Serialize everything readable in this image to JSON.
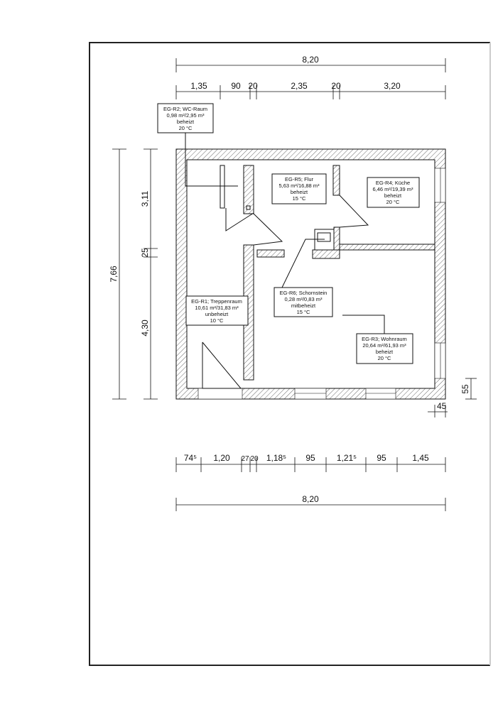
{
  "plan": {
    "dims_top": {
      "total": "8,20",
      "segments": [
        "1,35",
        "90",
        "20",
        "2,35",
        "20",
        "3,20"
      ]
    },
    "dims_left": {
      "total": "7,66",
      "segments": [
        "3,11",
        "25",
        "4,30"
      ]
    },
    "dims_bottom": {
      "segments": [
        "74⁵",
        "1,20",
        "27",
        "20",
        "1,18⁵",
        "95",
        "1,21⁵",
        "95",
        "1,45"
      ],
      "total": "8,20"
    },
    "dims_right": {
      "wall": "45",
      "sill": "55"
    },
    "rooms": [
      {
        "lines": [
          "EG-R2; WC-Raum",
          "0,98 m²/2,95 m³",
          "beheizt",
          "20 °C"
        ]
      },
      {
        "lines": [
          "EG-R5; Flur",
          "5,63 m²/16,88 m³",
          "beheizt",
          "15 °C"
        ]
      },
      {
        "lines": [
          "EG-R4; Küche",
          "6,46 m²/19,39 m³",
          "beheizt",
          "20 °C"
        ]
      },
      {
        "lines": [
          "EG-R6; Schornstein",
          "0,28 m²/0,83 m³",
          "mitbeheizt",
          "15 °C"
        ]
      },
      {
        "lines": [
          "EG-R1; Treppenraum",
          "10,61 m²/31,83 m³",
          "unbeheizt",
          "10 °C"
        ]
      },
      {
        "lines": [
          "EG-R3; Wohnraum",
          "20,64 m²/61,93 m³",
          "beheizt",
          "20 °C"
        ]
      }
    ]
  }
}
